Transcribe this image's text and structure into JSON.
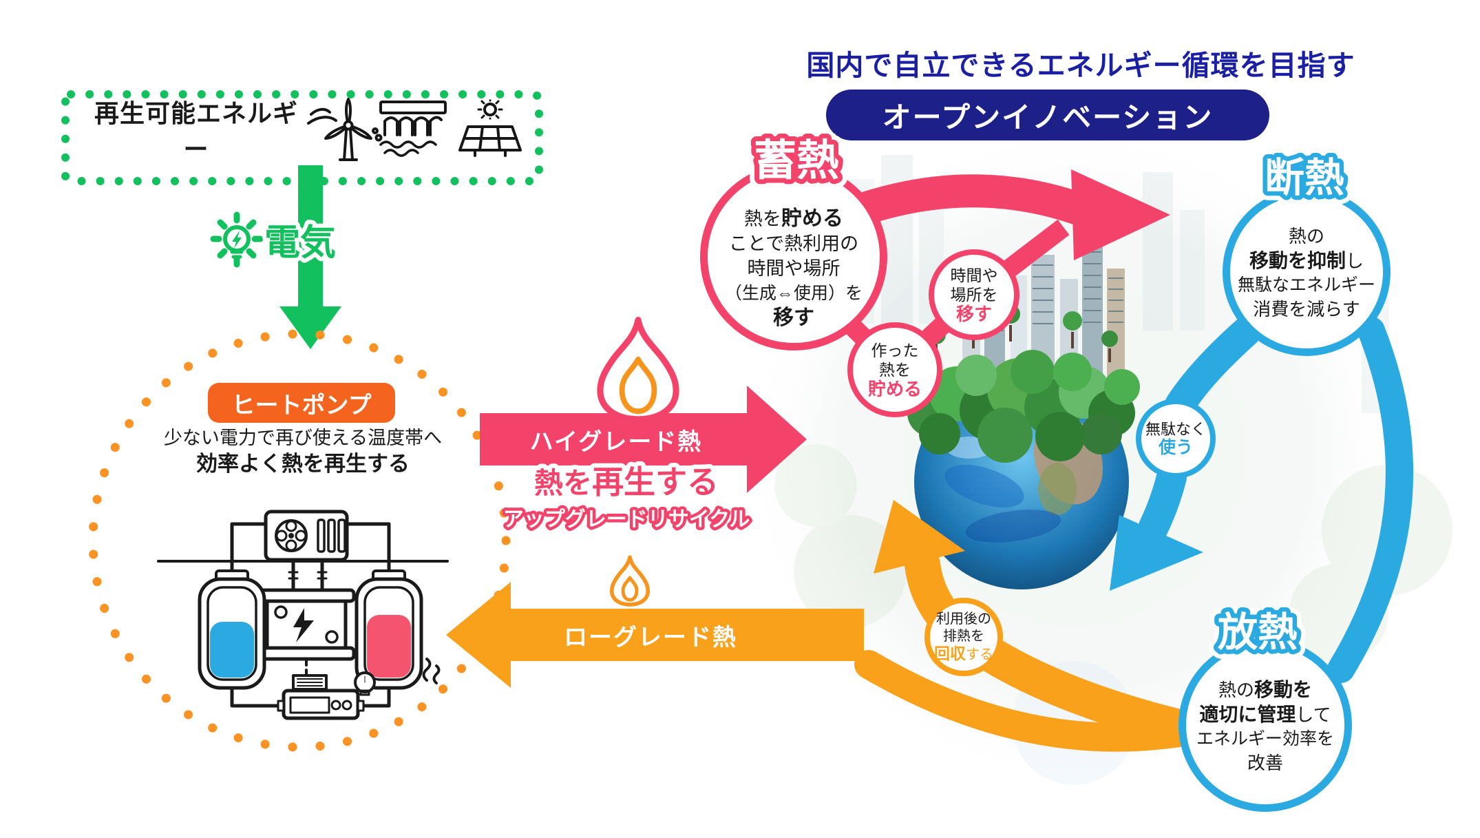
{
  "colors": {
    "green": "#12C15D",
    "orange_dots": "#FB9224",
    "orange_deep": "#F4641E",
    "yellow_arrow": "#F9A11B",
    "pink": "#F4436A",
    "blue": "#2BAAE2",
    "navy_title": "#1B1FA3",
    "navy_badge": "#1D2088",
    "text_black": "#1a1a1a"
  },
  "header": {
    "title": "国内で自立できるエネルギー循環を目指す",
    "badge": "オープンイノベーション"
  },
  "renewable": {
    "label": "再生可能エネルギー",
    "icons": [
      "wind-turbine-icon",
      "hydro-dam-icon",
      "solar-panel-icon"
    ]
  },
  "electricity": {
    "label": "電気",
    "icon": "lightbulb-bolt-icon"
  },
  "heat_pump": {
    "label": "ヒートポンプ",
    "desc_line1": "少ない電力で再び使える温度帯へ",
    "desc_line2": "効率よく熱を再生する",
    "illustration": "heat-pump-schematic"
  },
  "high_grade": {
    "arrow_label": "ハイグレード熱",
    "regen_normal": "熱を",
    "regen_bold": "再生する",
    "subtitle": "アップグレードリサイクル",
    "icon": "flame-icon"
  },
  "low_grade": {
    "arrow_label": "ローグレード熱",
    "icon": "flame-icon"
  },
  "storage": {
    "title": "蓄熱",
    "l1a": "熱を",
    "l1b": "貯める",
    "l2": "ことで熱利用の",
    "l3": "時間や場所",
    "l4": "（生成⇔使用）を",
    "l5": "移す"
  },
  "insulation": {
    "title": "断熱",
    "l1": "熱の",
    "l2a": "移動を抑制",
    "l2b": "し",
    "l3": "無駄なエネルギー",
    "l4": "消費を減らす"
  },
  "radiation": {
    "title": "放熱",
    "l1a": "熱の",
    "l1b": "移動を",
    "l2a": "適切に管理",
    "l2b": "して",
    "l3": "エネルギー効率を",
    "l4": "改善"
  },
  "bubble_shift": {
    "l1": "時間や",
    "l2": "場所を",
    "l3": "移す"
  },
  "bubble_store": {
    "l1": "作った",
    "l2": "熱を",
    "l3": "貯める"
  },
  "bubble_use": {
    "l1": "無駄なく",
    "l2": "使う"
  },
  "bubble_recover": {
    "l1": "利用後の",
    "l2": "排熱を",
    "l3a": "回収",
    "l3b": "する"
  }
}
